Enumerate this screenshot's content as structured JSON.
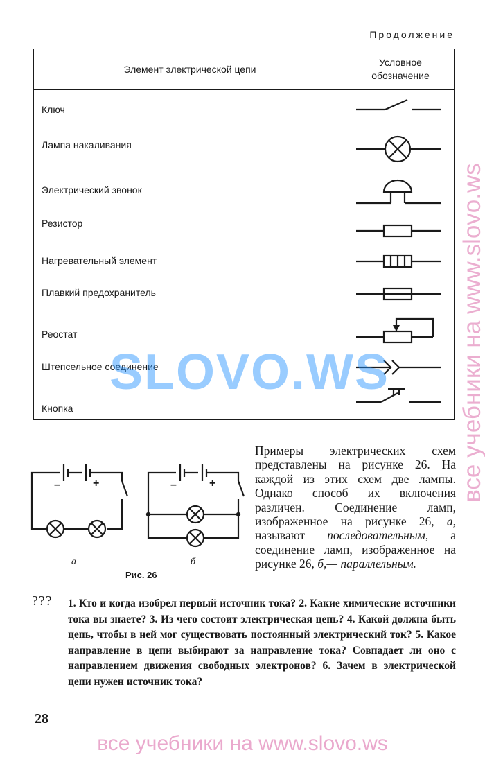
{
  "header": {
    "continuation": "Продолжение"
  },
  "table": {
    "col_element": "Элемент электрической цепи",
    "col_symbol": "Условное обозначение",
    "rows": [
      {
        "label": "Ключ",
        "symbol": "switch-symbol-icon"
      },
      {
        "label": "Лампа накаливания",
        "symbol": "lamp-symbol-icon"
      },
      {
        "label": "Электрический звонок",
        "symbol": "bell-symbol-icon"
      },
      {
        "label": "Резистор",
        "symbol": "resistor-symbol-icon"
      },
      {
        "label": "Нагревательный элемент",
        "symbol": "heater-symbol-icon"
      },
      {
        "label": "Плавкий предохранитель",
        "symbol": "fuse-symbol-icon"
      },
      {
        "label": "Реостат",
        "symbol": "rheostat-symbol-icon"
      },
      {
        "label": "Штепсельное соединение",
        "symbol": "plug-connection-symbol-icon"
      },
      {
        "label": "Кнопка",
        "symbol": "push-button-symbol-icon"
      }
    ]
  },
  "text": {
    "p1": "Примеры электрических схем представлены на рисунке 26. На каждой из этих схем две лампы. Однако способ их включения различен. Соединение ламп, изображенное на рисунке 26,",
    "p1_a": "а,",
    "p2": "называют",
    "p2_italic": "последовательным,",
    "p3": "а соединение ламп, изображенное на рисунке 26,",
    "p3_b": "б,—",
    "p3_italic": "параллельным."
  },
  "figure": {
    "caption": "Рис. 26",
    "label_a": "а",
    "label_b": "б",
    "minus": "–",
    "plus": "+"
  },
  "questions": {
    "marker": "???",
    "text": "1. Кто и когда изобрел первый источник тока? 2. Какие химические источники тока вы знаете? 3. Из чего состоит электрическая цепь? 4. Какой должна быть цепь, чтобы в ней мог существовать постоянный электрический ток? 5. Какое направление в цепи выбирают за направление тока? Совпадает ли оно с направлением движения свободных электронов? 6. Зачем в электрической цепи нужен источник тока?"
  },
  "footer": {
    "page_number": "28"
  },
  "watermarks": {
    "center": "SLOVO.WS",
    "side": "все учебники на www.slovo.ws",
    "bottom": "все учебники на www.slovo.ws",
    "center_color": "#1e90ff",
    "side_color": "#e8a0c8"
  }
}
